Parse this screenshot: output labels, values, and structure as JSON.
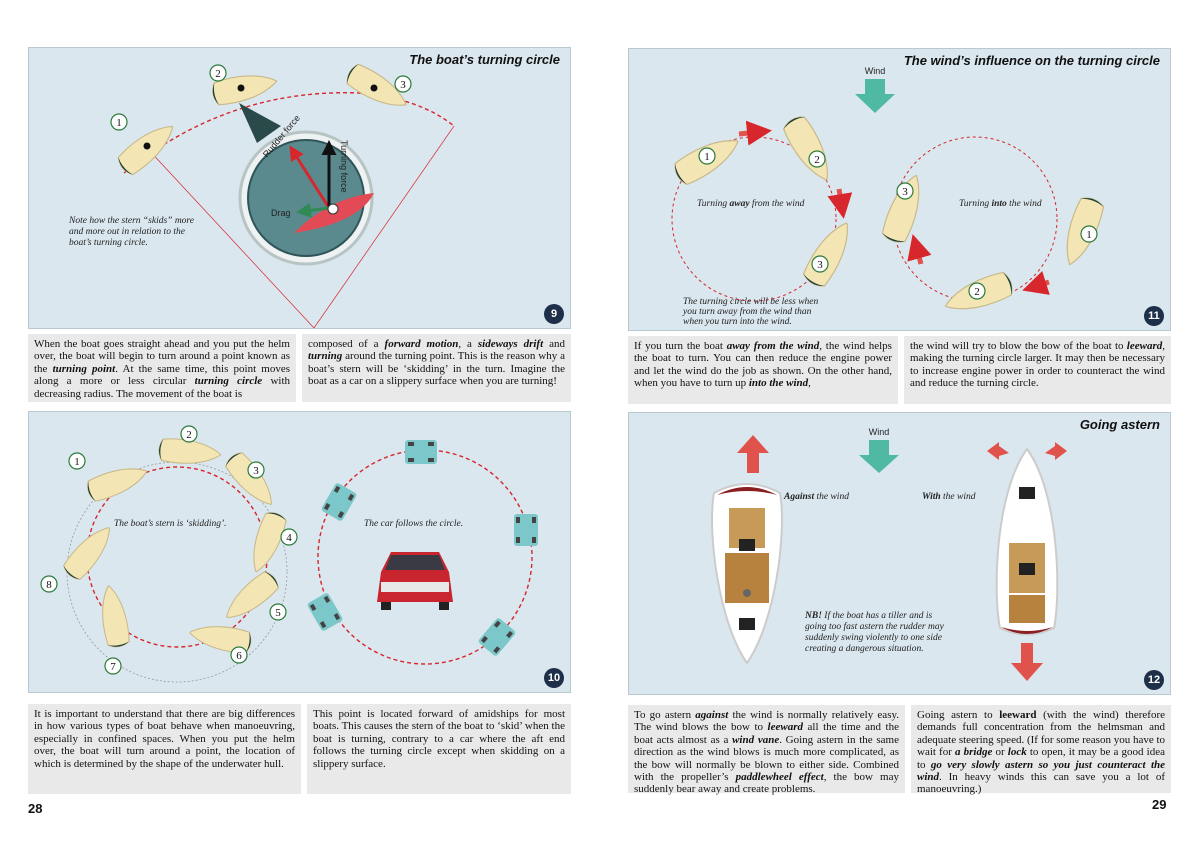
{
  "page_left_number": "28",
  "page_right_number": "29",
  "panel9": {
    "title": "The boat’s turning circle",
    "badge": "9",
    "markers": [
      "1",
      "2",
      "3"
    ],
    "note_lines": [
      "Note how the stern “skids” more",
      "and more out in relation to the",
      "boat’s turning circle."
    ],
    "force_labels": {
      "rudder": "Rudder force",
      "turning": "Turning force",
      "drag": "Drag"
    }
  },
  "panel10": {
    "badge": "10",
    "markers": [
      "1",
      "2",
      "3",
      "4",
      "5",
      "6",
      "7",
      "8"
    ],
    "caption_boat": "The boat’s stern is ‘skidding’.",
    "caption_car": "The car follows the circle."
  },
  "panel11": {
    "title": "The wind’s influence on the turning circle",
    "badge": "11",
    "wind_label": "Wind",
    "markers": [
      "1",
      "2",
      "3"
    ],
    "caption_away": {
      "pre": "Turning ",
      "bold": "away",
      "post": " from the wind"
    },
    "caption_into": {
      "pre": "Turning ",
      "bold": "into",
      "post": " the wind"
    },
    "note_lines": [
      "The turning circle will be less when",
      "you turn away from the wind than",
      "when you turn into the wind."
    ]
  },
  "panel12": {
    "title": "Going astern",
    "badge": "12",
    "wind_label": "Wind",
    "caption_against": {
      "bold": "Against",
      "post": " the wind"
    },
    "caption_with": {
      "bold": "With",
      "post": " the wind"
    },
    "nb": {
      "bold": "NB!",
      "lines": [
        " If the boat has a tiller and is",
        "going too fast astern the rudder may",
        "suddenly swing violently to one side",
        "creating a dangerous situation."
      ]
    }
  },
  "text": {
    "p9a": [
      {
        "t": "When the boat goes straight ahead and you put the helm over, the boat will begin to turn around a point known as the "
      },
      {
        "t": "turning point",
        "s": "bi"
      },
      {
        "t": ". At the same time, this point moves along a more or less circular "
      },
      {
        "t": "turning circle",
        "s": "bi"
      },
      {
        "t": " with decreasing radius. The movement of the boat is"
      }
    ],
    "p9b": [
      {
        "t": "composed of a "
      },
      {
        "t": "forward motion",
        "s": "bi"
      },
      {
        "t": ", a "
      },
      {
        "t": "sideways drift",
        "s": "bi"
      },
      {
        "t": " and "
      },
      {
        "t": "turning",
        "s": "bi"
      },
      {
        "t": " around the turning point. This is the reason why a boat’s stern will be ‘skidding’ in the turn. Imagine the boat as a car on a slippery surface when you are turning!"
      }
    ],
    "p10a": [
      {
        "t": "It is important to understand that there are big differences in how various types of boat behave when manoeuvring, especially in confined spaces. When you put the helm over, the boat will turn around a point, the location of which is determined by the shape of the underwater hull."
      }
    ],
    "p10b": [
      {
        "t": "This point is located forward of amidships for most boats. This causes the stern of the boat to ‘skid’ when the boat is turning, contrary to a car where the aft end follows the turning circle except when skidding on a slippery surface."
      }
    ],
    "p11a": [
      {
        "t": "If you turn the boat "
      },
      {
        "t": "away from the wind",
        "s": "bi"
      },
      {
        "t": ", the wind helps the boat to turn. You can then reduce the engine power and let the wind do the job as shown. On the other hand, when you have to turn up "
      },
      {
        "t": "into the wind",
        "s": "bi"
      },
      {
        "t": ","
      }
    ],
    "p11b": [
      {
        "t": "the wind will try to blow the bow of the boat to "
      },
      {
        "t": "leeward",
        "s": "bi"
      },
      {
        "t": ", making the turning circle larger. It may then be necessary to increase engine power in order to counteract the wind and reduce the turning circle."
      }
    ],
    "p12a": [
      {
        "t": "To go astern "
      },
      {
        "t": "against",
        "s": "bi"
      },
      {
        "t": " the wind is normally relatively easy. The wind blows the bow to "
      },
      {
        "t": "leeward",
        "s": "bi"
      },
      {
        "t": " all the time and the boat acts almost as a "
      },
      {
        "t": "wind vane",
        "s": "bi"
      },
      {
        "t": ". Going astern in the same direction as the wind blows is much more complicated, as the bow will normally be blown to either side. Combined with the propeller’s "
      },
      {
        "t": "paddlewheel effect",
        "s": "bi"
      },
      {
        "t": ", the bow may suddenly bear away and create problems."
      }
    ],
    "p12b": [
      {
        "t": "Going astern to "
      },
      {
        "t": "leeward",
        "s": "b"
      },
      {
        "t": " (with the wind) therefore demands full concentration from the helmsman and adequate steering speed. (If for some reason you have to wait for "
      },
      {
        "t": "a bridge",
        "s": "bi"
      },
      {
        "t": " or "
      },
      {
        "t": "lock",
        "s": "bi"
      },
      {
        "t": " to open, it may be a good idea to "
      },
      {
        "t": "go very slowly astern so you just counteract the wind",
        "s": "bi"
      },
      {
        "t": ". In heavy winds this can save you a lot of manoeuvring.)"
      }
    ]
  },
  "colors": {
    "panel_bg": "#dae7ee",
    "hull": "#f3e6b4",
    "circle": "#d7262c",
    "arrow_teal": "#4fb9a4",
    "arrow_red": "#e0534c",
    "badge": "#1e2f4a"
  }
}
